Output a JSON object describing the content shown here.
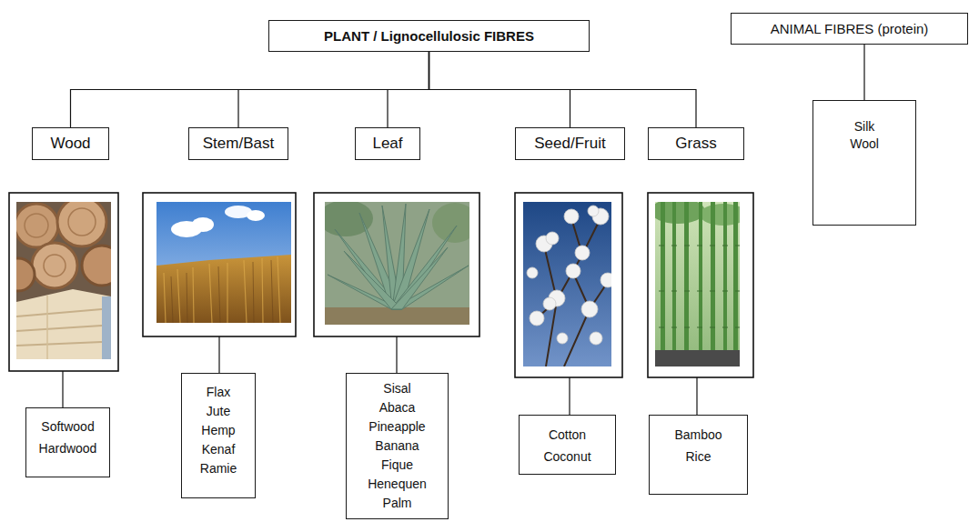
{
  "diagram": {
    "nodes": [
      {
        "text": [
          "PLANT / Lignocellulosic FIBRES"
        ]
      },
      {
        "text": [
          "ANIMAL FIBRES (protein)"
        ]
      },
      {
        "text": [
          "Wood"
        ]
      },
      {
        "text": [
          "Stem/Bast"
        ]
      },
      {
        "text": [
          "Leaf"
        ]
      },
      {
        "text": [
          "Seed/Fruit"
        ]
      },
      {
        "text": [
          "Grass"
        ]
      },
      {
        "text": [
          "Silk",
          "Wool"
        ]
      },
      {
        "text": [
          "Softwood",
          "Hardwood"
        ]
      },
      {
        "text": [
          "Flax",
          "Jute",
          "Hemp",
          "Kenaf",
          "Ramie"
        ]
      },
      {
        "text": [
          "Sisal",
          "Abaca",
          "Pineapple",
          "Banana",
          "Fique",
          "Henequen",
          "Palm"
        ]
      },
      {
        "text": [
          "Cotton",
          "Coconut"
        ]
      },
      {
        "text": [
          "Bamboo",
          "Rice"
        ]
      }
    ],
    "edges": [
      {
        "from": 0,
        "to": 2,
        "arrow": "none"
      },
      {
        "from": 0,
        "to": 3,
        "arrow": "none"
      },
      {
        "from": 0,
        "to": 4,
        "arrow": "none"
      },
      {
        "from": 0,
        "to": 5,
        "arrow": "none"
      },
      {
        "from": 0,
        "to": 6,
        "arrow": "none"
      },
      {
        "from": 1,
        "to": 7,
        "arrow": "none"
      }
    ]
  }
}
